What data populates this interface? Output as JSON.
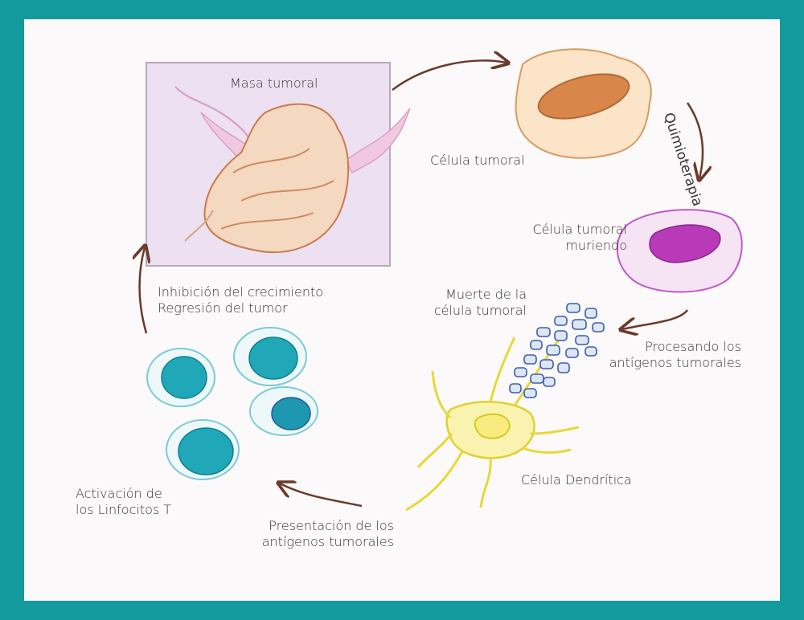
{
  "colors": {
    "border": "#139a9d",
    "background": "#fbf9fa",
    "arrow": "#6b3a2a",
    "tumor_mass": "#e8b48a",
    "tumor_cell_nucleus": "#c8733a",
    "dying_cell": "#b03ab0",
    "antigens": "#3a5ea8",
    "dendritic_cell": "#f0e040",
    "t_cell": "#1aa8b8"
  },
  "labels": {
    "tumor_mass": "Masa tumoral",
    "tumor_cell": "Célula tumoral",
    "chemotherapy": "Quimioterapia",
    "dying_cell_line1": "Célula tumoral",
    "dying_cell_line2": "muriendo",
    "death_line1": "Muerte de la",
    "death_line2": "célula tumoral",
    "processing_line1": "Procesando los",
    "processing_line2": "antígenos tumorales",
    "dendritic": "Célula Dendrítica",
    "presentation_line1": "Presentación de los",
    "presentation_line2": "antígenos tumorales",
    "activation_line1": "Activación de",
    "activation_line2": "los Linfocitos T",
    "inhibition_line1": "Inhibición del crecimiento",
    "inhibition_line2": "Regresión del tumor"
  }
}
